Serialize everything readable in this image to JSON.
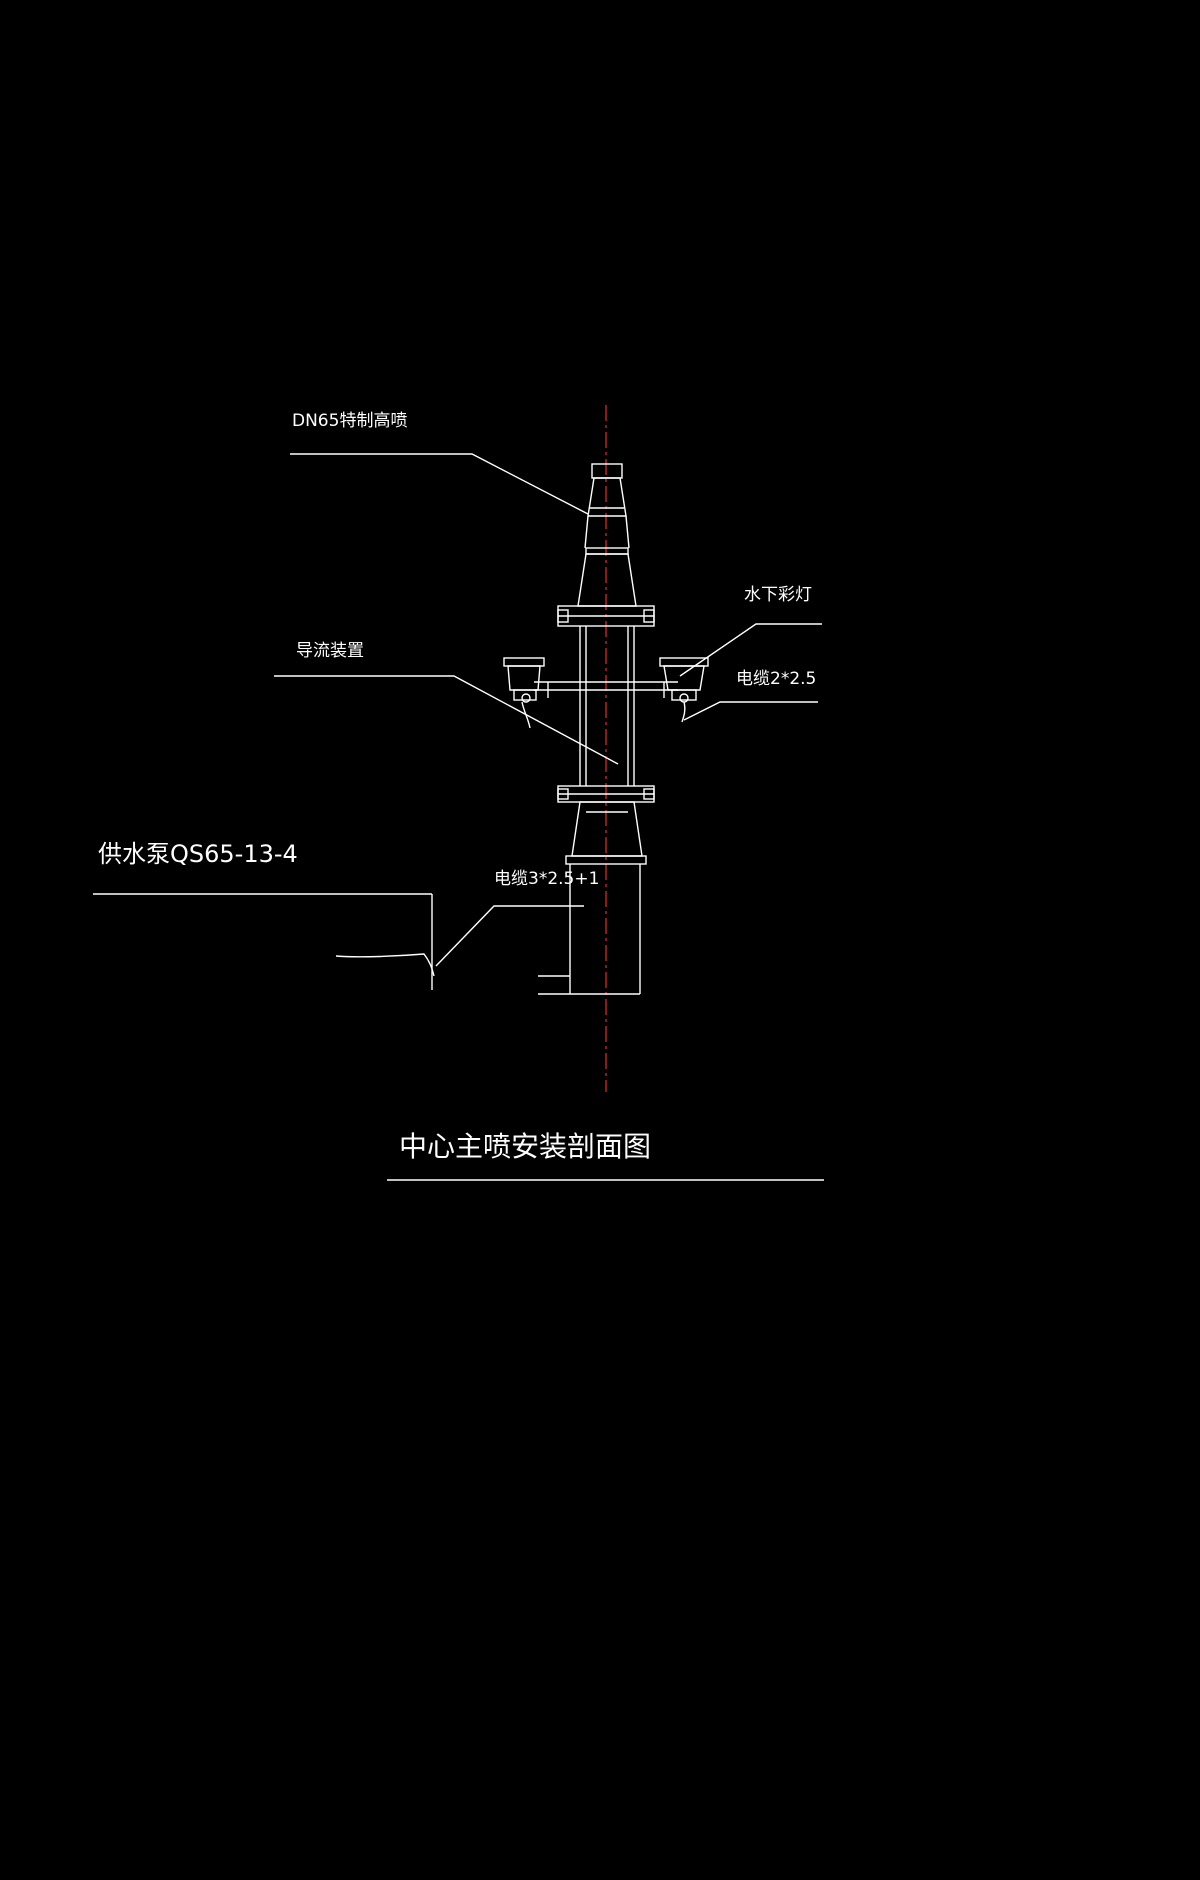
{
  "drawing": {
    "background": "#000000",
    "line_color": "#ffffff",
    "centerline_color": "#d42a2a",
    "title": "中心主喷安装剖面图",
    "labels": {
      "nozzle": "DN65特制高喷",
      "light": "水下彩灯",
      "cable_light": "电缆2*2.5",
      "flow_device": "导流装置",
      "pump": "供水泵QS65-13-4",
      "cable_pump": "电缆3*2.5+1"
    }
  }
}
